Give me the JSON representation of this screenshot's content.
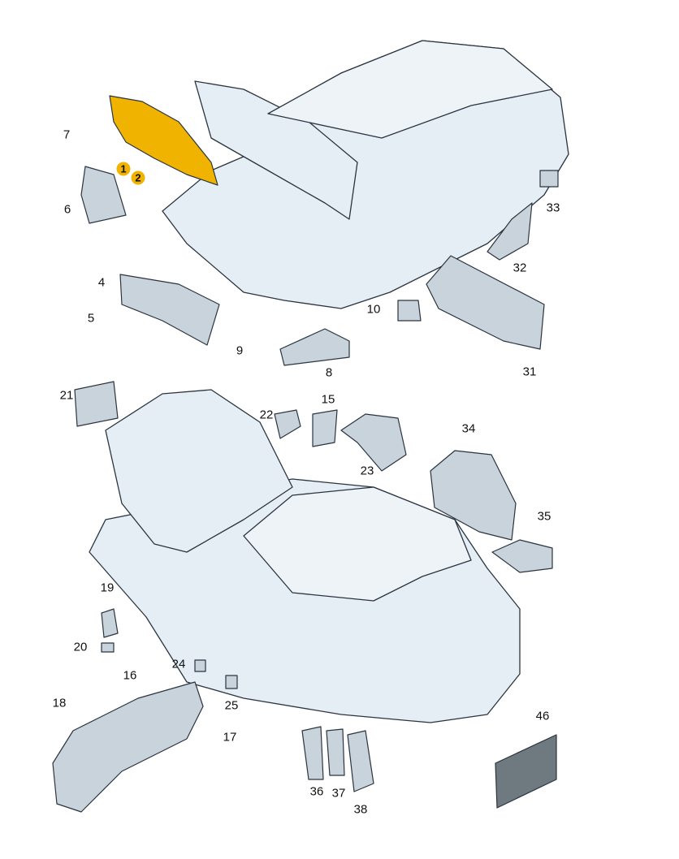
{
  "colors": {
    "body": "#e6eef5",
    "outline": "#2a3440",
    "part": "#c9d3dc",
    "highlight": "#f0b400"
  },
  "highlighted": [
    "1",
    "2"
  ],
  "labels": {
    "l1": "1",
    "l2": "2",
    "l4": "4",
    "l5": "5",
    "l6": "6",
    "l7": "7",
    "l8": "8",
    "l9": "9",
    "l10": "10",
    "l15": "15",
    "l16": "16",
    "l17": "17",
    "l18": "18",
    "l19": "19",
    "l20": "20",
    "l21": "21",
    "l22": "22",
    "l23": "23",
    "l24": "24",
    "l25": "25",
    "l31": "31",
    "l32": "32",
    "l33": "33",
    "l34": "34",
    "l35": "35",
    "l36": "36",
    "l37": "37",
    "l38": "38",
    "l46": "46"
  }
}
